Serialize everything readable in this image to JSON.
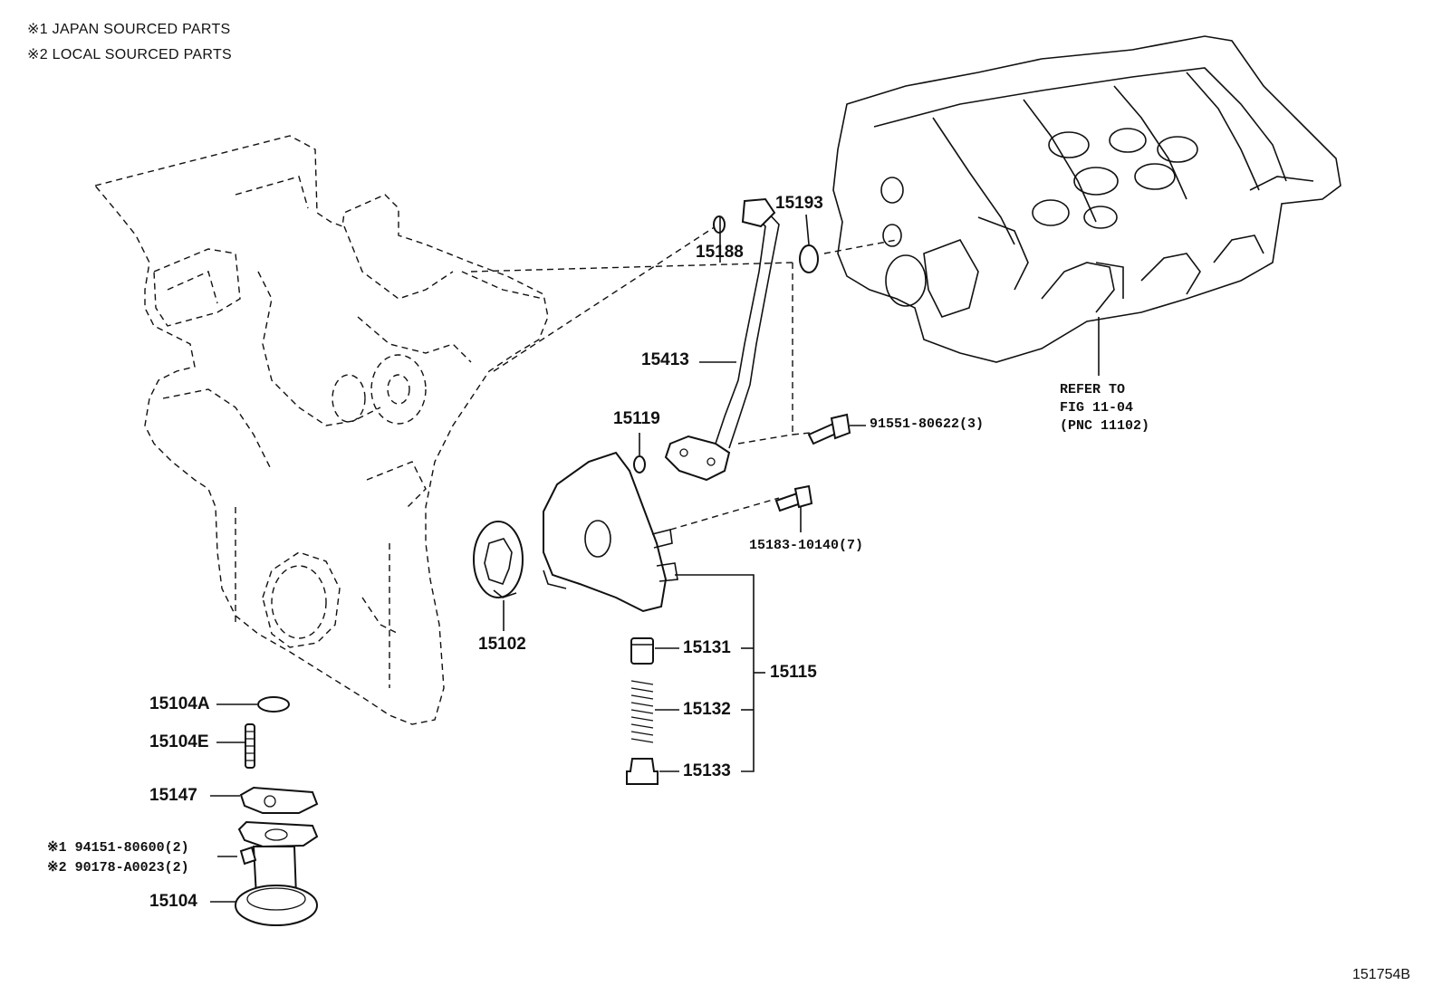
{
  "notes": {
    "note1": "※1 JAPAN SOURCED PARTS",
    "note2": "※2 LOCAL SOURCED PARTS"
  },
  "labels": {
    "p15193": "15193",
    "p15188": "15188",
    "p15413": "15413",
    "p15119": "15119",
    "p91551": "91551-80622(3)",
    "p15183": "15183-10140(7)",
    "p15102": "15102",
    "p15131": "15131",
    "p15132": "15132",
    "p15133": "15133",
    "p15115": "15115",
    "p15104A": "15104A",
    "p15104E": "15104E",
    "p15147": "15147",
    "p94151": "※1 94151-80600(2)",
    "p90178": "※2 90178-A0023(2)",
    "p15104": "15104"
  },
  "reference": {
    "line1": "REFER TO",
    "line2": "FIG 11-04",
    "line3": "(PNC 11102)"
  },
  "diagram_code": "151754B"
}
